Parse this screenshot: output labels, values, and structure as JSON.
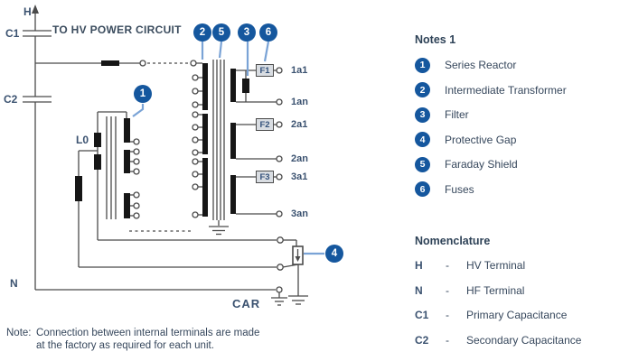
{
  "diagram": {
    "top_label": "TO HV POWER CIRCUIT",
    "labels": {
      "h": "H",
      "c1": "C1",
      "c2": "C2",
      "n": "N",
      "l0": "L0",
      "car": "CAR"
    },
    "fuses": [
      "F1",
      "F2",
      "F3"
    ],
    "sec_terminals": [
      "1a1",
      "1an",
      "2a1",
      "2an",
      "3a1",
      "3an"
    ],
    "callouts": [
      "1",
      "2",
      "3",
      "4",
      "5",
      "6"
    ]
  },
  "notes_panel": {
    "title": "Notes 1",
    "items": [
      {
        "num": "1",
        "label": "Series Reactor"
      },
      {
        "num": "2",
        "label": "Intermediate Transformer"
      },
      {
        "num": "3",
        "label": "Filter"
      },
      {
        "num": "4",
        "label": "Protective Gap"
      },
      {
        "num": "5",
        "label": "Faraday Shield"
      },
      {
        "num": "6",
        "label": "Fuses"
      }
    ]
  },
  "nomenclature": {
    "title": "Nomenclature",
    "rows": [
      {
        "symbol": "H",
        "dash": "-",
        "meaning": "HV Terminal"
      },
      {
        "symbol": "N",
        "dash": "-",
        "meaning": "HF Terminal"
      },
      {
        "symbol": "C1",
        "dash": "-",
        "meaning": "Primary Capacitance"
      },
      {
        "symbol": "C2",
        "dash": "-",
        "meaning": "Secondary Capacitance"
      }
    ]
  },
  "footnote": {
    "label": "Note:",
    "text": "Connection between internal terminals are made at the factory as required for each unit."
  },
  "colors": {
    "callout_blue": "#15579e",
    "leader_blue": "#7aa3d6",
    "line_gray": "#4b4b4b",
    "text_navy": "#3b5270",
    "fuse_fill": "#d9dde2"
  }
}
